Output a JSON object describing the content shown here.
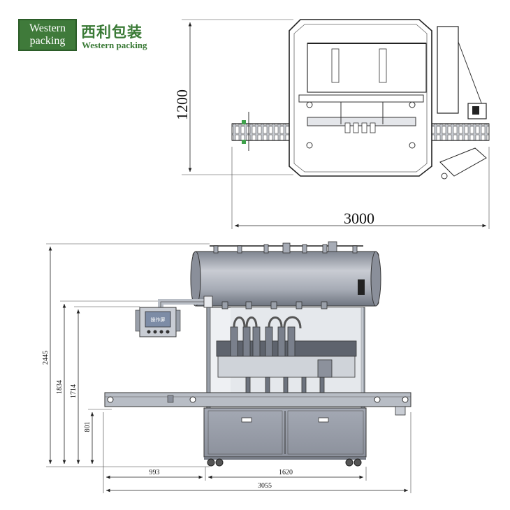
{
  "logo": {
    "line1": "Western",
    "line2": "packing"
  },
  "brand": {
    "chinese": "西利包装",
    "english": "Western packing"
  },
  "colors": {
    "brand_green": "#3f7a3a",
    "frame_gray": "#8a8f9c",
    "tank_gray": "#9fa4ae",
    "line": "#333333"
  },
  "top_view": {
    "dimensions": {
      "depth": "1200",
      "length": "3000"
    }
  },
  "front_view": {
    "panel": {
      "screen_label": "操作屏"
    },
    "dimensions": {
      "overall_height": "2445",
      "frame_height": "1834",
      "panel_height": "1714",
      "conveyor_height": "801",
      "left_extent": "993",
      "cabinet_width": "1620",
      "overall_length": "3055"
    }
  }
}
